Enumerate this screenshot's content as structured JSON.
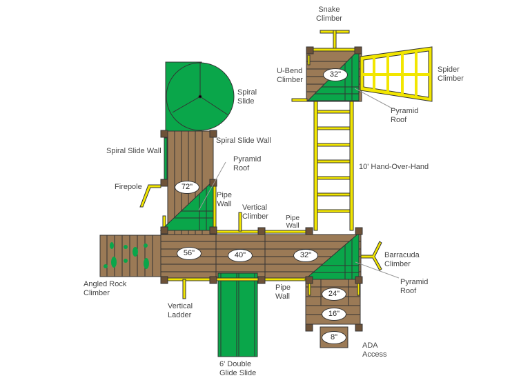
{
  "colors": {
    "wood": "#9b7a56",
    "post": "#6d5238",
    "green": "#0aa64a",
    "yellow": "#f2e600",
    "line": "#333333"
  },
  "labels": {
    "snake_climber": "Snake\nClimber",
    "u_bend_climber": "U-Bend\nClimber",
    "spider_climber": "Spider\nClimber",
    "pyramid_roof_top": "Pyramid\nRoof",
    "spiral_slide": "Spiral\nSlide",
    "spiral_slide_wall_left": "Spiral Slide Wall",
    "spiral_slide_wall_right": "Spiral Slide Wall",
    "pyramid_roof_left": "Pyramid\nRoof",
    "hand_over_hand": "10' Hand-Over-Hand",
    "firepole": "Firepole",
    "pipe_wall_left": "Pipe\nWall",
    "vertical_climber": "Vertical\nClimber",
    "pipe_wall_top": "Pipe\nWall",
    "barracuda_climber": "Barracuda\nClimber",
    "pyramid_roof_right": "Pyramid\nRoof",
    "angled_rock_climber": "Angled Rock\nClimber",
    "vertical_ladder": "Vertical\nLadder",
    "pipe_wall_bottom": "Pipe\nWall",
    "double_glide_slide": "6' Double\nGlide Slide",
    "ada_access": "ADA\nAccess"
  },
  "heights": {
    "top_tower": "32\"",
    "tower_left": "72\"",
    "deck_56": "56\"",
    "deck_40": "40\"",
    "deck_32": "32\"",
    "deck_24": "24\"",
    "deck_16": "16\"",
    "deck_8": "8\""
  }
}
